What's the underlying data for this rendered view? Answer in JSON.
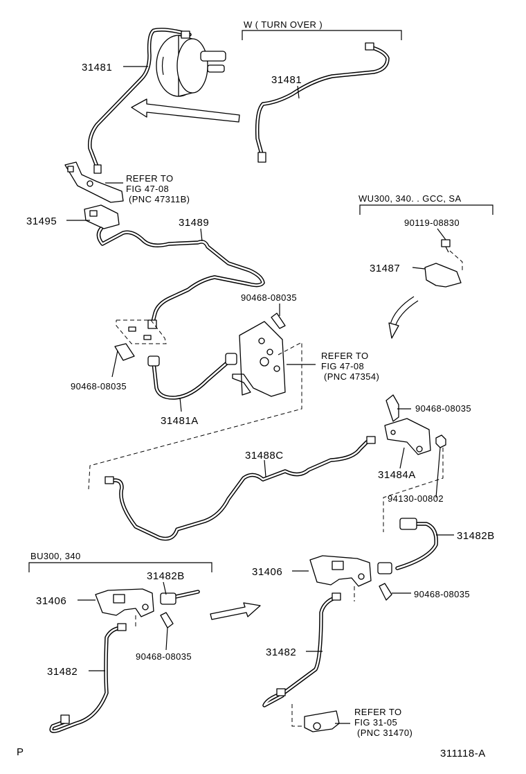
{
  "header_w": "W ( TURN OVER )",
  "header_wu": "WU300, 340. . GCC, SA",
  "header_bu": "BU300, 340",
  "page_letter": "P",
  "figure_code": "311118-A",
  "labels": {
    "p31481_top": "31481",
    "p31481_w": "31481",
    "p31495": "31495",
    "p31489": "31489",
    "p90119": "90119-08830",
    "p31487": "31487",
    "p90468_a": "90468-08035",
    "p90468_b": "90468-08035",
    "p31481A": "31481A",
    "p90468_c": "90468-08035",
    "p31488C": "31488C",
    "p31484A": "31484A",
    "p94130": "94130-00802",
    "p31482B_r": "31482B",
    "p31406_r": "31406",
    "p90468_d": "90468-08035",
    "p31482_r": "31482",
    "p31406_l": "31406",
    "p31482B_l": "31482B",
    "p90468_e": "90468-08035",
    "p31482_l": "31482"
  },
  "refs": {
    "r1": [
      "REFER TO",
      "FIG 47-08",
      "(PNC 47311B)"
    ],
    "r2": [
      "REFER TO",
      "FIG 47-08",
      "(PNC 47354)"
    ],
    "r3": [
      "REFER TO",
      "FIG 31-05",
      "(PNC 31470)"
    ]
  }
}
